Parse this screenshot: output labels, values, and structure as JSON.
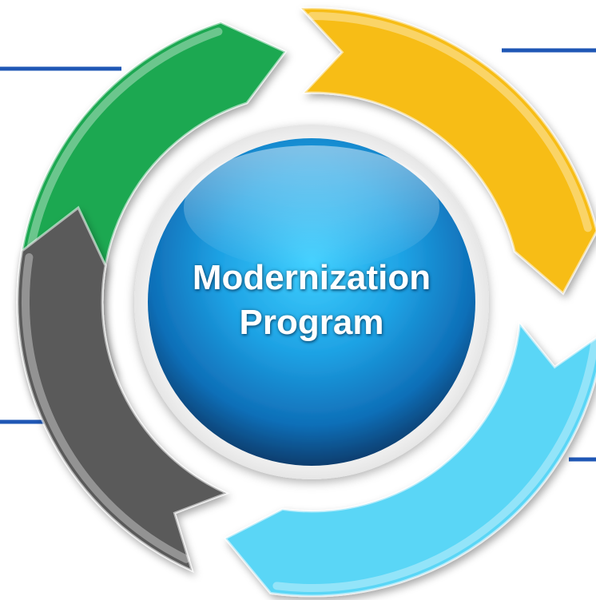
{
  "diagram": {
    "center": {
      "title_line1": "Modernization",
      "title_line2": "Program",
      "color": "#1a8fd6"
    },
    "segments": [
      {
        "name": "green",
        "color": "#1aa851"
      },
      {
        "name": "yellow",
        "color": "#f7bd16"
      },
      {
        "name": "light-blue",
        "color": "#5ad6f6"
      },
      {
        "name": "gray",
        "color": "#5a5a5a"
      }
    ],
    "connector_color": "#1f57b5"
  }
}
